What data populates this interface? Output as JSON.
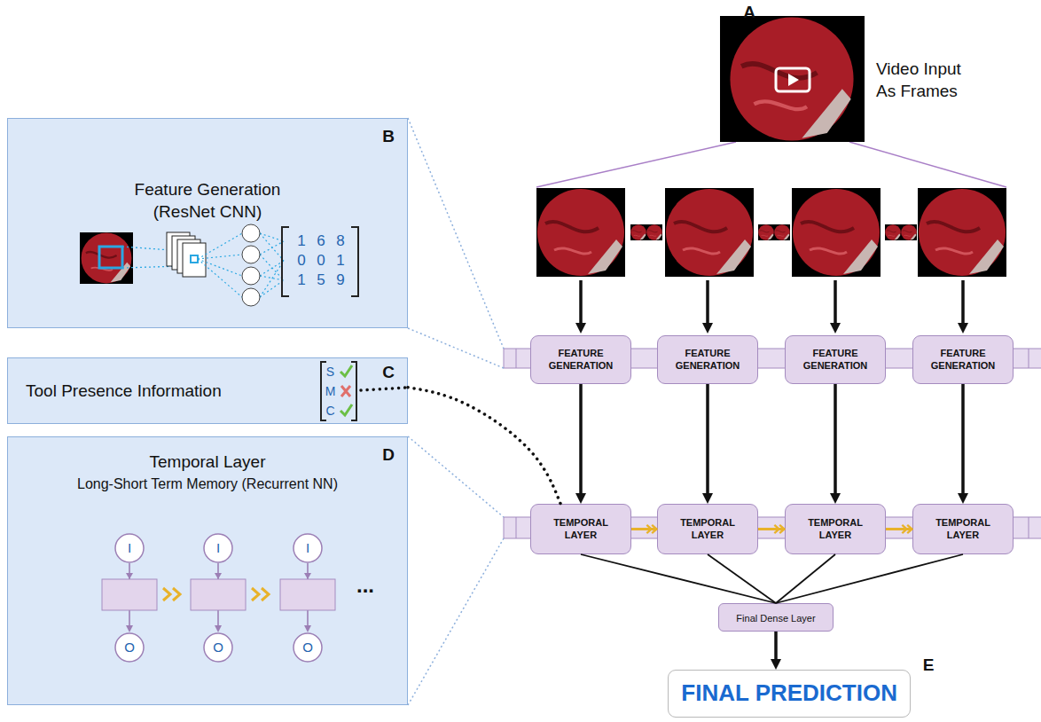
{
  "diagram": {
    "nodes": [
      {
        "text": [
          "B",
          "Feature Generation (ResNet CNN)"
        ]
      },
      {
        "text": [
          "C",
          "Tool Presence Information"
        ]
      },
      {
        "text": [
          "D",
          "Temporal Layer",
          "Long-Short Term Memory (Recurrent NN)"
        ]
      },
      {
        "text": [
          "I"
        ],
        "in": 2
      },
      {
        "text": [
          "O"
        ],
        "in": 2
      },
      {
        "text": [
          "I"
        ],
        "in": 2
      },
      {
        "text": [
          "O"
        ],
        "in": 2
      },
      {
        "text": [
          "I"
        ],
        "in": 2
      },
      {
        "text": [
          "O"
        ],
        "in": 2
      },
      {
        "text": [
          "FEATURE GENERATION"
        ]
      },
      {
        "text": [
          "FEATURE GENERATION"
        ]
      },
      {
        "text": [
          "FEATURE GENERATION"
        ]
      },
      {
        "text": [
          "FEATURE GENERATION"
        ]
      },
      {
        "text": [
          "TEMPORAL LAYER"
        ]
      },
      {
        "text": [
          "TEMPORAL LAYER"
        ]
      },
      {
        "text": [
          "TEMPORAL LAYER"
        ]
      },
      {
        "text": [
          "TEMPORAL LAYER"
        ]
      },
      {
        "text": [
          "Final Dense Layer"
        ]
      },
      {
        "text": [
          "FINAL PREDICTION"
        ]
      }
    ],
    "edges": [
      {
        "from": 3,
        "to": 4,
        "arrow": "to"
      },
      {
        "from": 5,
        "to": 6,
        "arrow": "to"
      },
      {
        "from": 7,
        "to": 8,
        "arrow": "to"
      },
      {
        "from": 9,
        "to": 13,
        "arrow": "to"
      },
      {
        "from": 10,
        "to": 14,
        "arrow": "to"
      },
      {
        "from": 11,
        "to": 15,
        "arrow": "to"
      },
      {
        "from": 12,
        "to": 16,
        "arrow": "to"
      },
      {
        "from": 13,
        "to": 14,
        "arrow": "to"
      },
      {
        "from": 14,
        "to": 15,
        "arrow": "to"
      },
      {
        "from": 15,
        "to": 16,
        "arrow": "to"
      },
      {
        "from": 13,
        "to": 17,
        "arrow": "none"
      },
      {
        "from": 14,
        "to": 17,
        "arrow": "none"
      },
      {
        "from": 15,
        "to": 17,
        "arrow": "none"
      },
      {
        "from": 16,
        "to": 17,
        "arrow": "none"
      },
      {
        "from": 17,
        "to": 18,
        "arrow": "to"
      },
      {
        "from": 1,
        "to": 13,
        "arrow": "none"
      }
    ],
    "labels": [
      "A",
      "Video Input As Frames",
      "1",
      "6",
      "8",
      "0",
      "0",
      "1",
      "1",
      "5",
      "9",
      "S",
      "M",
      "C",
      "...",
      "E"
    ]
  }
}
